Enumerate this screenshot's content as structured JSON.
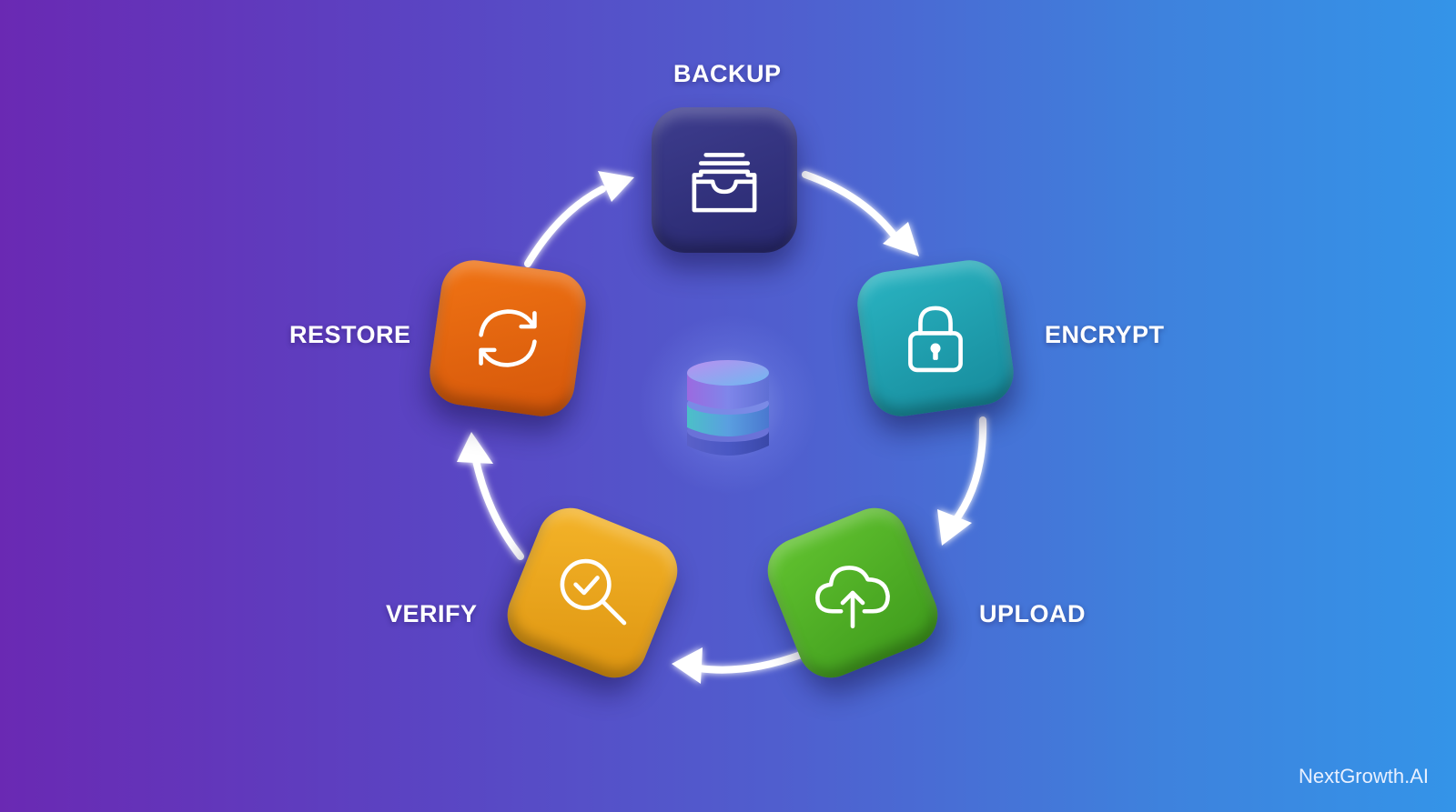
{
  "steps": {
    "backup": {
      "label": "BACKUP",
      "icon": "archive-box-icon",
      "color": "#2f2f7a"
    },
    "encrypt": {
      "label": "ENCRYPT",
      "icon": "lock-icon",
      "color": "#1fa0b0"
    },
    "upload": {
      "label": "UPLOAD",
      "icon": "cloud-upload-icon",
      "color": "#52b026"
    },
    "verify": {
      "label": "VERIFY",
      "icon": "magnifier-check-icon",
      "color": "#ebA51c"
    },
    "restore": {
      "label": "RESTORE",
      "icon": "refresh-icon",
      "color": "#e8660f"
    }
  },
  "center": {
    "icon": "database-icon"
  },
  "brand": {
    "watermark": "NextGrowth.AI"
  }
}
